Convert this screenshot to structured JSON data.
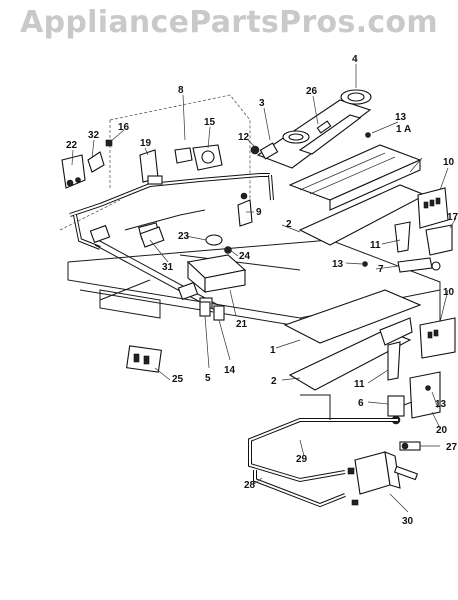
{
  "watermark": "AppliancePartsPros.com",
  "labels": {
    "l1": "1",
    "l2a": "2",
    "l2b": "2",
    "l3": "3",
    "l4": "4",
    "l5": "5",
    "l6": "6",
    "l7": "7",
    "l8": "8",
    "l9": "9",
    "l10a": "10",
    "l10b": "10",
    "l11a": "11",
    "l11b": "11",
    "l12": "12",
    "l13a": "13",
    "l13b": "13",
    "l13c": "13",
    "l14": "14",
    "l15": "15",
    "l16": "16",
    "l17": "17",
    "l19": "19",
    "l20": "20",
    "l21": "21",
    "l22": "22",
    "l23": "23",
    "l24": "24",
    "l25": "25",
    "l26": "26",
    "l27": "27",
    "l28": "28",
    "l29": "29",
    "l30": "30",
    "l31": "31",
    "l32": "32",
    "l1a": "1 A"
  }
}
